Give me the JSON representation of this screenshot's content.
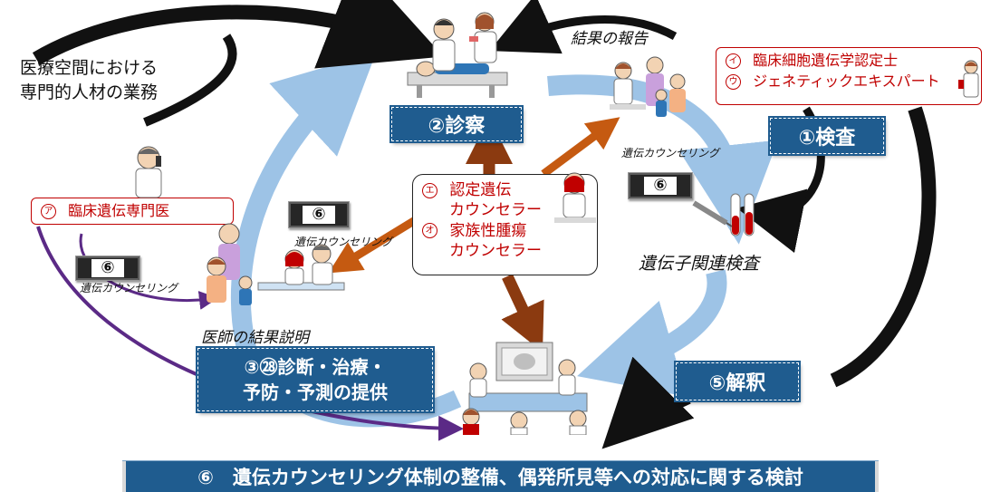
{
  "top_left_text": {
    "line1": "医療空間における",
    "line2": "専門的人材の業務"
  },
  "stages": {
    "shinsatsu": "②診察",
    "kensa": "①検査",
    "kaishaku": "⑤解釈",
    "teikyo_line1": "③㉘診断・治療・",
    "teikyo_line2": "予防・予測の提供"
  },
  "labels": {
    "kekka_houkoku": "結果の報告",
    "idenshi_kensa": "遺伝子関連検査",
    "ishi_setsumei": "医師の結果説明",
    "counseling": "遺伝カウンセリング"
  },
  "roles": {
    "clinical_geneticist": {
      "mark": "ア",
      "text": "臨床遺伝専門医"
    },
    "cytogenetic_technologist": {
      "mark": "イ",
      "text": "臨床細胞遺伝学認定士"
    },
    "genetic_expert": {
      "mark": "ウ",
      "text": "ジェネティックエキスパート"
    },
    "genetic_counselor_line1": {
      "mark": "エ",
      "text": "認定遺伝"
    },
    "genetic_counselor_line2": "カウンセラー",
    "tumor_counselor_line1": {
      "mark": "オ",
      "text": "家族性腫瘍"
    },
    "tumor_counselor_line2": "カウンセラー"
  },
  "badge_six": "⑥",
  "bottom_banner": "⑥　遺伝カウンセリング体制の整備、偶発所見等への対応に関する検討",
  "colors": {
    "blue_box": "#1f5c8f",
    "light_blue_arrow": "#9dc3e6",
    "black_arrow": "#111111",
    "brown_arrow": "#8b3a10",
    "orange_arrow": "#c55a11",
    "purple_arrow": "#5b2a86",
    "role_red": "#c00000"
  }
}
